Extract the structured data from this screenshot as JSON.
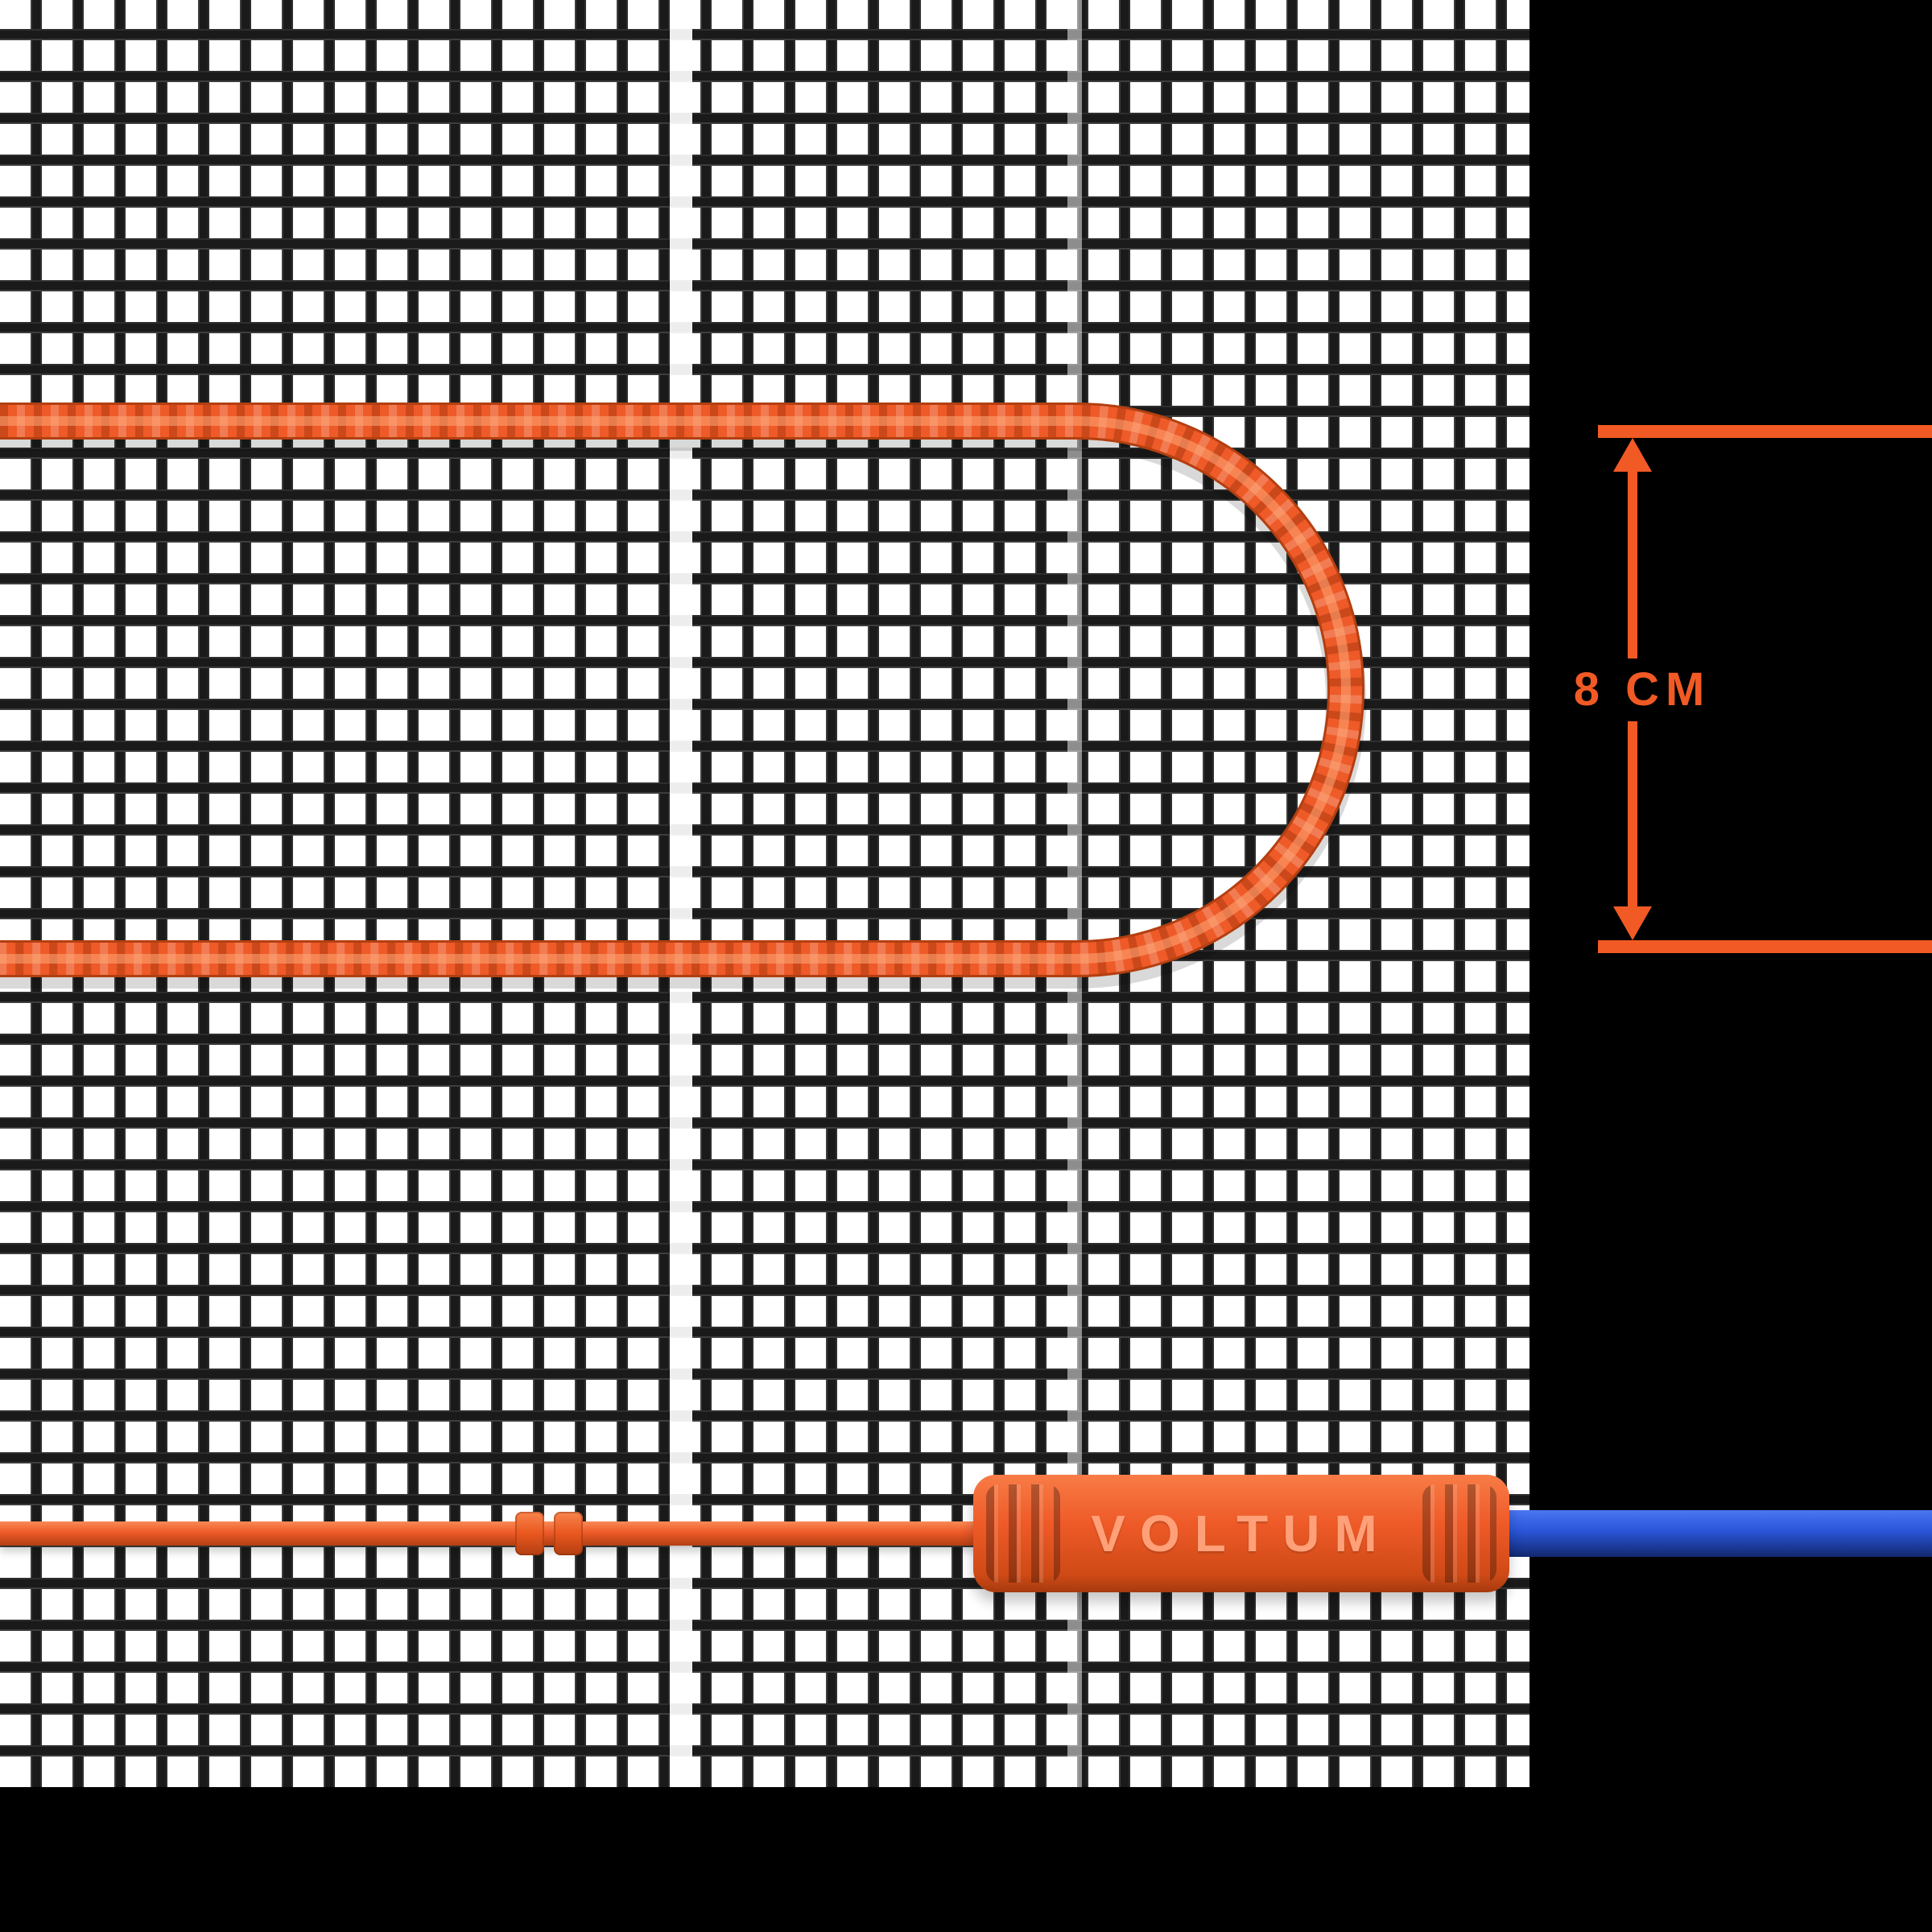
{
  "scene": {
    "description": "Electric underfloor heating mat: orange heating cable looped on dark wire mesh, cable spacing dimension, VOLTUM connector sleeve joining orange heating cable to blue cold lead"
  },
  "annotation": {
    "spacing_label": "8 CM",
    "arrow_up_icon": "triangle-up",
    "arrow_down_icon": "triangle-down"
  },
  "connector": {
    "brand_label": "VOLTUM"
  },
  "colors": {
    "cable_orange": "#ee5a28",
    "annotation_orange": "#f15a24",
    "brand_text_orange": "#ffa078",
    "cold_lead_blue": "#2a55d8",
    "mesh_wire_dark": "#1a1a1a",
    "background_white": "#ffffff",
    "background_black": "#000000"
  }
}
